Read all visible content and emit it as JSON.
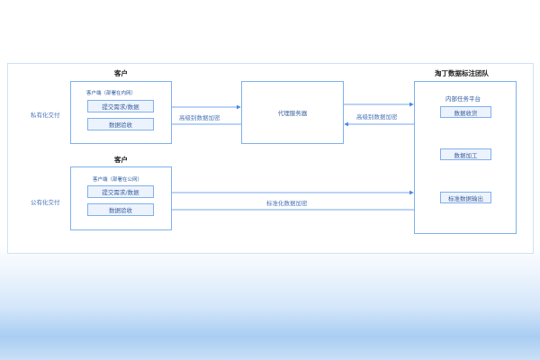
{
  "rows": {
    "private": "私有化交付",
    "public": "公有化交付"
  },
  "customer_private": {
    "title": "客户",
    "subtitle": "客户端（部署在内网）",
    "submit": "提交需求/数据",
    "accept": "数据验收"
  },
  "customer_public": {
    "title": "客户",
    "subtitle": "客户端（部署在公网）",
    "submit": "提交需求/数据",
    "accept": "数据验收"
  },
  "proxy": {
    "label": "代理服务器"
  },
  "team": {
    "title": "淘丁数据标注团队",
    "platform": "内部任务平台",
    "steps": [
      "数据收货",
      "数据加工",
      "标准数据输出"
    ]
  },
  "links": {
    "private_left": "高级别数据加密",
    "private_right": "高级别数据加密",
    "public": "标准化数据加密"
  },
  "colors": {
    "line": "#4a8ae6",
    "box": "#7fb0ec"
  }
}
